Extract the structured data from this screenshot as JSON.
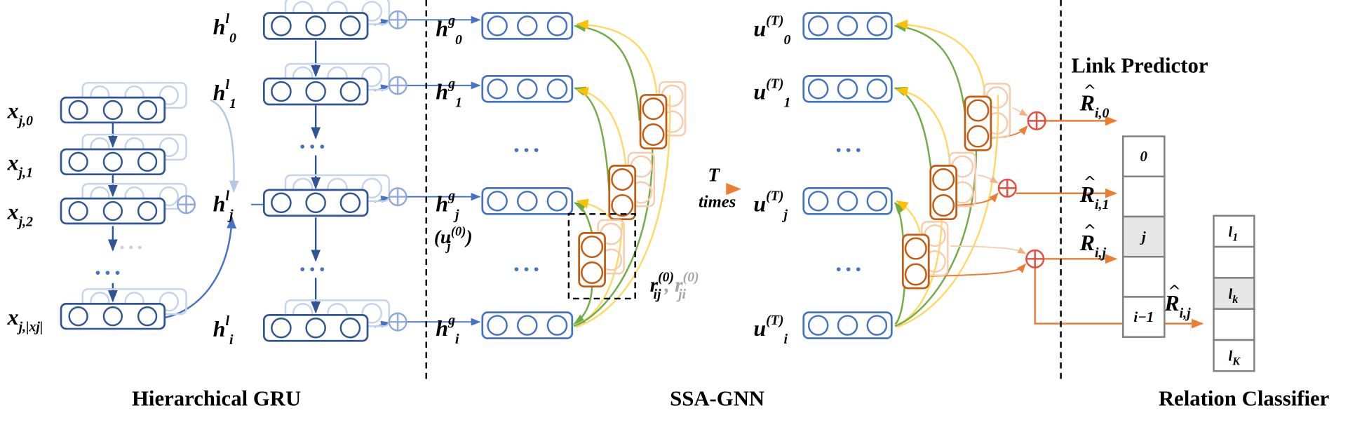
{
  "sections": {
    "hierarchical_gru": "Hierarchical GRU",
    "ssa_gnn": "SSA-GNN",
    "relation_classifier": "Relation Classifier",
    "link_predictor": "Link Predictor"
  },
  "colors": {
    "gru_blue": "#2f5597",
    "node_blue": "#4472c4",
    "ghost_blue": "#c5d3ec",
    "gnn_orange": "#c55a11",
    "edge_green": "#70ad47",
    "edge_yellow": "#ffd966",
    "plus_red": "#e74c3c",
    "arrow_orange": "#ed7d31",
    "highlight_gray": "#e6e6e6"
  },
  "inputs": [
    {
      "base": "x",
      "sub": "j,0"
    },
    {
      "base": "x",
      "sub": "j,1"
    },
    {
      "base": "x",
      "sub": "j,2"
    },
    {
      "base": "x",
      "sub": "j,|xj|"
    }
  ],
  "local": [
    {
      "base": "h",
      "sup": "l",
      "sub": "0"
    },
    {
      "base": "h",
      "sup": "l",
      "sub": "1"
    },
    {
      "base": "h",
      "sup": "l",
      "sub": "j"
    },
    {
      "base": "h",
      "sup": "l",
      "sub": "i"
    }
  ],
  "global": [
    {
      "base": "h",
      "sup": "g",
      "sub": "0"
    },
    {
      "base": "h",
      "sup": "g",
      "sub": "1"
    },
    {
      "base": "h",
      "sup": "g",
      "sub": "j"
    },
    {
      "base": "h",
      "sup": "g",
      "sub": "i"
    }
  ],
  "u_init": {
    "open": "(u",
    "sup": "(0)",
    "sub": "j",
    "close": ")"
  },
  "edge_label": {
    "r": "r",
    "sub1": "ij",
    "sup": "(0)",
    "sep": ", r",
    "sub2": "ji"
  },
  "iteration": {
    "top": "T",
    "bottom": "times"
  },
  "updated": [
    {
      "base": "u",
      "sup": "(T)",
      "sub": "0"
    },
    {
      "base": "u",
      "sup": "(T)",
      "sub": "1"
    },
    {
      "base": "u",
      "sup": "(T)",
      "sub": "j"
    },
    {
      "base": "u",
      "sup": "(T)",
      "sub": "i"
    }
  ],
  "predictions": [
    {
      "base": "R",
      "sub": "i,0"
    },
    {
      "base": "R",
      "sub": "i,1"
    },
    {
      "base": "R",
      "sub": "i,j"
    },
    {
      "base": "R",
      "sub": "i,j"
    }
  ],
  "link_cells": [
    "0",
    "",
    "j",
    "",
    "i−1"
  ],
  "link_highlight": 2,
  "relation_cells": [
    {
      "base": "l",
      "sub": "1"
    },
    {
      "base": "",
      "sub": ""
    },
    {
      "base": "l",
      "sub": "k"
    },
    {
      "base": "",
      "sub": ""
    },
    {
      "base": "l",
      "sub": "K"
    }
  ],
  "relation_highlight": 2,
  "ellipsis": "•••"
}
